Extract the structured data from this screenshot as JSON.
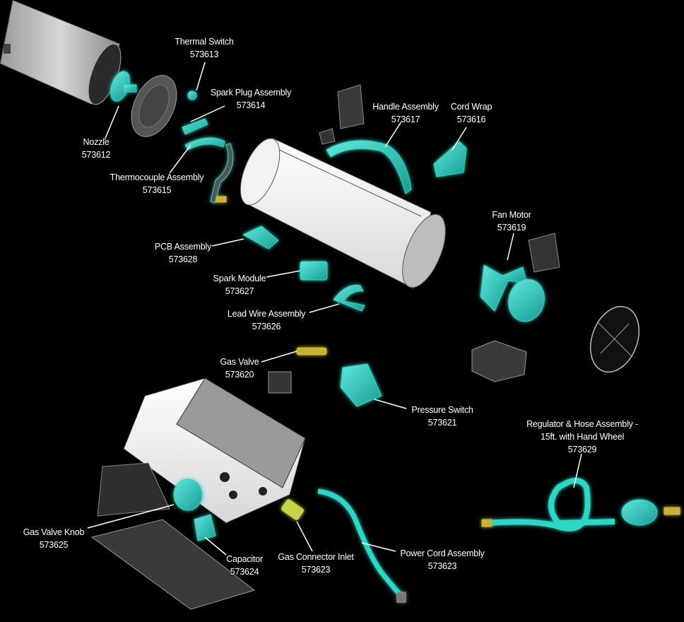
{
  "parts": [
    {
      "id": "thermal-switch",
      "name": "Thermal Switch",
      "number": "573613"
    },
    {
      "id": "spark-plug-assembly",
      "name": "Spark Plug Assembly",
      "number": "573614"
    },
    {
      "id": "nozzle",
      "name": "Nozzle",
      "number": "573612"
    },
    {
      "id": "thermocouple-assembly",
      "name": "Thermocouple Assembly",
      "number": "573615"
    },
    {
      "id": "handle-assembly",
      "name": "Handle Assembly",
      "number": "573617"
    },
    {
      "id": "cord-wrap",
      "name": "Cord Wrap",
      "number": "573616"
    },
    {
      "id": "fan-motor",
      "name": "Fan Motor",
      "number": "573619"
    },
    {
      "id": "pcb-assembly",
      "name": "PCB Assembly",
      "number": "573628"
    },
    {
      "id": "spark-module",
      "name": "Spark Module",
      "number": "573627"
    },
    {
      "id": "lead-wire-assembly",
      "name": "Lead Wire Assembly",
      "number": "573626"
    },
    {
      "id": "gas-valve",
      "name": "Gas Valve",
      "number": "573620"
    },
    {
      "id": "pressure-switch",
      "name": "Pressure Switch",
      "number": "573621"
    },
    {
      "id": "regulator-hose-assembly",
      "name": "Regulator & Hose Assembly -",
      "name2": "15ft. with Hand Wheel",
      "number": "573629"
    },
    {
      "id": "gas-valve-knob",
      "name": "Gas Valve Knob",
      "number": "573625"
    },
    {
      "id": "capacitor",
      "name": "Capacitor",
      "number": "573624"
    },
    {
      "id": "gas-connector-inlet",
      "name": "Gas Connector Inlet",
      "number": "573623"
    },
    {
      "id": "power-cord-assembly",
      "name": "Power Cord Assembly",
      "number": "573623"
    }
  ],
  "colors": {
    "background": "#000000",
    "highlight": "#2fd6c6",
    "highlight_glow": "#1fe0d0",
    "metal_light": "#e8e8e8",
    "metal_dark": "#7a7a7a",
    "label_text": "#ffffff"
  }
}
